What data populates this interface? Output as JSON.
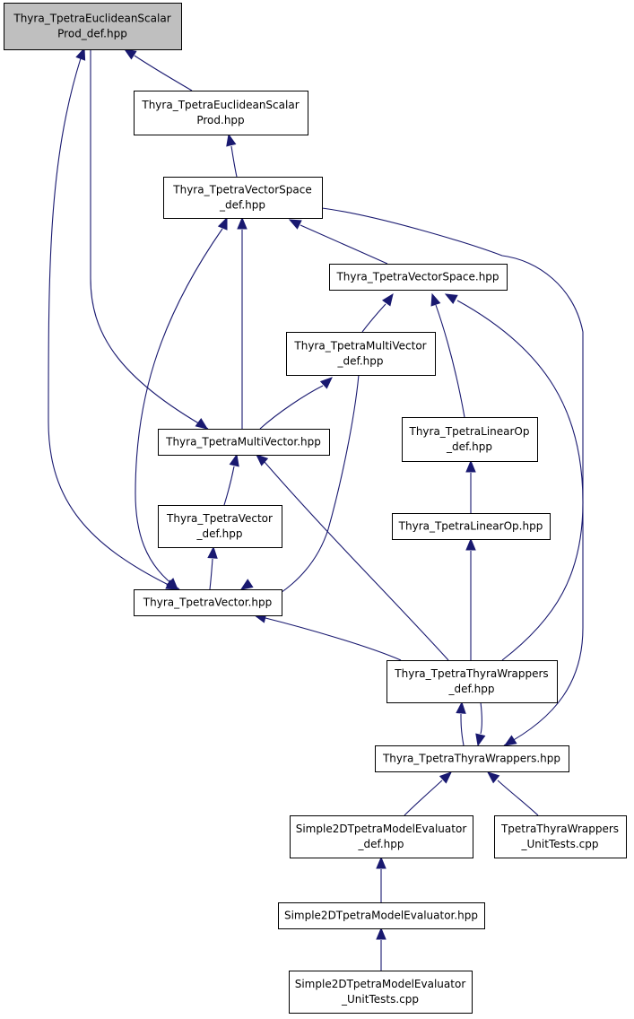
{
  "colors": {
    "edge": "#191970",
    "node_border": "#000000",
    "root_fill": "#bfbfbf",
    "node_fill": "#ffffff"
  },
  "nodes": {
    "n0": {
      "lines": [
        "Thyra_TpetraEuclideanScalar",
        "Prod_def.hpp"
      ],
      "highlighted": true
    },
    "n1": {
      "lines": [
        "Thyra_TpetraEuclideanScalar",
        "Prod.hpp"
      ]
    },
    "n2": {
      "lines": [
        "Thyra_TpetraVectorSpace",
        "_def.hpp"
      ]
    },
    "n3": {
      "lines": [
        "Thyra_TpetraVectorSpace.hpp"
      ]
    },
    "n4": {
      "lines": [
        "Thyra_TpetraMultiVector",
        "_def.hpp"
      ]
    },
    "n5": {
      "lines": [
        "Thyra_TpetraLinearOp",
        "_def.hpp"
      ]
    },
    "n6": {
      "lines": [
        "Thyra_TpetraMultiVector.hpp"
      ]
    },
    "n7": {
      "lines": [
        "Thyra_TpetraLinearOp.hpp"
      ]
    },
    "n8": {
      "lines": [
        "Thyra_TpetraVector",
        "_def.hpp"
      ]
    },
    "n9": {
      "lines": [
        "Thyra_TpetraVector.hpp"
      ]
    },
    "n10": {
      "lines": [
        "Thyra_TpetraThyraWrappers",
        "_def.hpp"
      ]
    },
    "n11": {
      "lines": [
        "Thyra_TpetraThyraWrappers.hpp"
      ]
    },
    "n12": {
      "lines": [
        "Simple2DTpetraModelEvaluator",
        "_def.hpp"
      ]
    },
    "n13": {
      "lines": [
        "TpetraThyraWrappers",
        "_UnitTests.cpp"
      ]
    },
    "n14": {
      "lines": [
        "Simple2DTpetraModelEvaluator.hpp"
      ]
    },
    "n15": {
      "lines": [
        "Simple2DTpetraModelEvaluator",
        "_UnitTests.cpp"
      ]
    }
  },
  "edges": [
    {
      "from": "n1",
      "to": "n0"
    },
    {
      "from": "n6",
      "to": "n0"
    },
    {
      "from": "n9",
      "to": "n0"
    },
    {
      "from": "n2",
      "to": "n1"
    },
    {
      "from": "n3",
      "to": "n2"
    },
    {
      "from": "n6",
      "to": "n2"
    },
    {
      "from": "n9",
      "to": "n2"
    },
    {
      "from": "n11",
      "to": "n2"
    },
    {
      "from": "n4",
      "to": "n3"
    },
    {
      "from": "n5",
      "to": "n3"
    },
    {
      "from": "n10",
      "to": "n3"
    },
    {
      "from": "n6",
      "to": "n4"
    },
    {
      "from": "n9",
      "to": "n4"
    },
    {
      "from": "n7",
      "to": "n5"
    },
    {
      "from": "n8",
      "to": "n6"
    },
    {
      "from": "n10",
      "to": "n6"
    },
    {
      "from": "n10",
      "to": "n7"
    },
    {
      "from": "n9",
      "to": "n8"
    },
    {
      "from": "n10",
      "to": "n9"
    },
    {
      "from": "n11",
      "to": "n10"
    },
    {
      "from": "n10",
      "to": "n11"
    },
    {
      "from": "n12",
      "to": "n11"
    },
    {
      "from": "n13",
      "to": "n11"
    },
    {
      "from": "n14",
      "to": "n12"
    },
    {
      "from": "n15",
      "to": "n14"
    }
  ]
}
